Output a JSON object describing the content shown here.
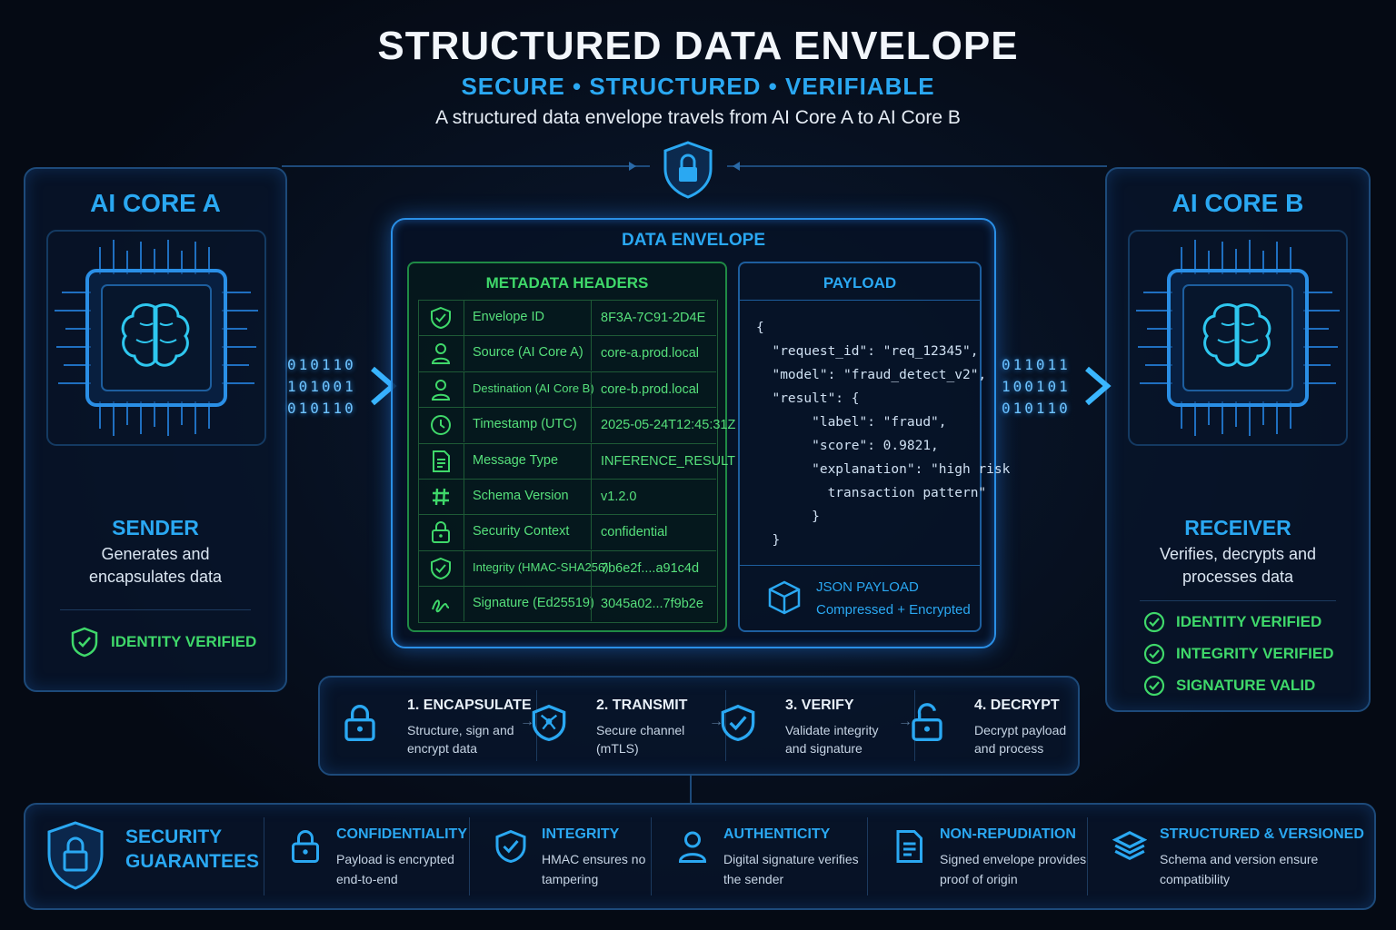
{
  "header": {
    "title": "STRUCTURED DATA ENVELOPE",
    "subtitle": "SECURE • STRUCTURED • VERIFIABLE",
    "tagline": "A structured data envelope travels from AI Core A to AI Core B"
  },
  "core_a": {
    "title": "AI CORE A",
    "role": "SENDER",
    "desc1": "Generates and",
    "desc2": "encapsulates data",
    "checks": [
      "IDENTITY VERIFIED"
    ],
    "bits": [
      "010110",
      "101001",
      "010110"
    ]
  },
  "core_b": {
    "title": "AI CORE B",
    "role": "RECEIVER",
    "desc1": "Verifies, decrypts and",
    "desc2": "processes data",
    "checks": [
      "IDENTITY VERIFIED",
      "INTEGRITY VERIFIED",
      "SIGNATURE VALID"
    ],
    "bits": [
      "011011",
      "100101",
      "010110"
    ]
  },
  "envelope": {
    "title": "DATA ENVELOPE",
    "metadata": {
      "title": "METADATA HEADERS",
      "rows": [
        {
          "icon": "shield-check-icon",
          "key": "Envelope ID",
          "value": "8F3A-7C91-2D4E"
        },
        {
          "icon": "user-icon",
          "key": "Source (AI Core A)",
          "value": "core-a.prod.local"
        },
        {
          "icon": "user-icon",
          "key": "Destination (AI Core B)",
          "value": "core-b.prod.local"
        },
        {
          "icon": "clock-icon",
          "key": "Timestamp (UTC)",
          "value": "2025-05-24T12:45:31Z"
        },
        {
          "icon": "document-icon",
          "key": "Message Type",
          "value": "INFERENCE_RESULT"
        },
        {
          "icon": "hash-icon",
          "key": "Schema Version",
          "value": "v1.2.0"
        },
        {
          "icon": "lock-icon",
          "key": "Security Context",
          "value": "confidential"
        },
        {
          "icon": "shield-check-icon",
          "key": "Integrity (HMAC-SHA256)",
          "value": "7b6e2f....a91c4d"
        },
        {
          "icon": "signature-icon",
          "key": "Signature (Ed25519)",
          "value": "3045a02...7f9b2e"
        }
      ]
    },
    "payload": {
      "title": "PAYLOAD",
      "code": [
        "{",
        "  \"request_id\": \"req_12345\",",
        "  \"model\": \"fraud_detect_v2\",",
        "  \"result\": {",
        "       \"label\": \"fraud\",",
        "       \"score\": 0.9821,",
        "       \"explanation\": \"high risk",
        "         transaction pattern\"",
        "       }",
        "  }"
      ],
      "footer_title": "JSON PAYLOAD",
      "footer_sub": "Compressed + Encrypted"
    }
  },
  "steps": [
    {
      "icon": "lock-icon",
      "title": "1. ENCAPSULATE",
      "line1": "Structure, sign and",
      "line2": "encrypt data"
    },
    {
      "icon": "network-shield-icon",
      "title": "2. TRANSMIT",
      "line1": "Secure channel",
      "line2": "(mTLS)"
    },
    {
      "icon": "shield-check-icon",
      "title": "3. VERIFY",
      "line1": "Validate integrity",
      "line2": "and signature"
    },
    {
      "icon": "unlock-icon",
      "title": "4. DECRYPT",
      "line1": "Decrypt payload",
      "line2": "and process"
    }
  ],
  "guarantees": {
    "title1": "SECURITY",
    "title2": "GUARANTEES",
    "items": [
      {
        "icon": "lock-icon",
        "title": "CONFIDENTIALITY",
        "line1": "Payload is encrypted",
        "line2": "end-to-end"
      },
      {
        "icon": "shield-check-icon",
        "title": "INTEGRITY",
        "line1": "HMAC ensures no",
        "line2": "tampering"
      },
      {
        "icon": "user-icon",
        "title": "AUTHENTICITY",
        "line1": "Digital signature verifies",
        "line2": "the sender"
      },
      {
        "icon": "document-icon",
        "title": "NON-REPUDIATION",
        "line1": "Signed envelope provides",
        "line2": "proof of origin"
      },
      {
        "icon": "layers-icon",
        "title": "STRUCTURED & VERSIONED",
        "line1": "Schema and version ensure",
        "line2": "compatibility"
      }
    ]
  },
  "colors": {
    "accent": "#2aa8f2",
    "success": "#3fd86a",
    "background": "#050a14"
  }
}
